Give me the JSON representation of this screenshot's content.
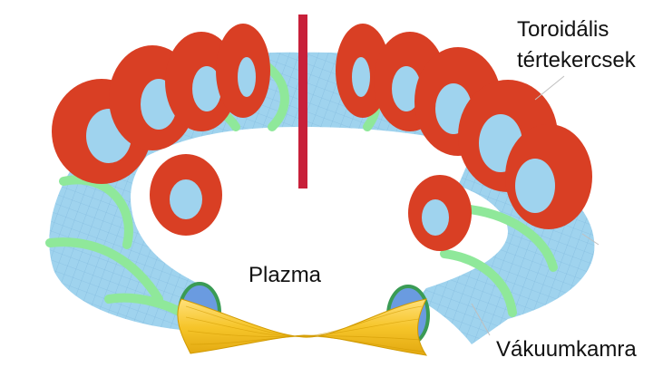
{
  "labels": {
    "toroidal_coils_line1": "Toroidális",
    "toroidal_coils_line2": "tértekercsek",
    "plasma": "Plazma",
    "vacuum_chamber": "Vákuumkamra"
  },
  "colors": {
    "background": "#ffffff",
    "vacuum_chamber": "#9fd3ee",
    "vacuum_chamber_shade": "#6fa9d6",
    "chamber_grid": "#5f9cc9",
    "cross_section": "#6a9be0",
    "stellarator_coils": "#8fe89a",
    "stellarator_coils_edge": "#3a9b55",
    "toroidal_coils": "#d93f24",
    "toroidal_coils_side": "#c8203a",
    "plasma": "#f6c52a",
    "plasma_lines": "#d19a00",
    "leader_lines": "#bfbfbf"
  },
  "icons": [
    "toroidal-coil-icon",
    "vacuum-chamber-icon",
    "plasma-icon",
    "helical-coil-icon"
  ]
}
